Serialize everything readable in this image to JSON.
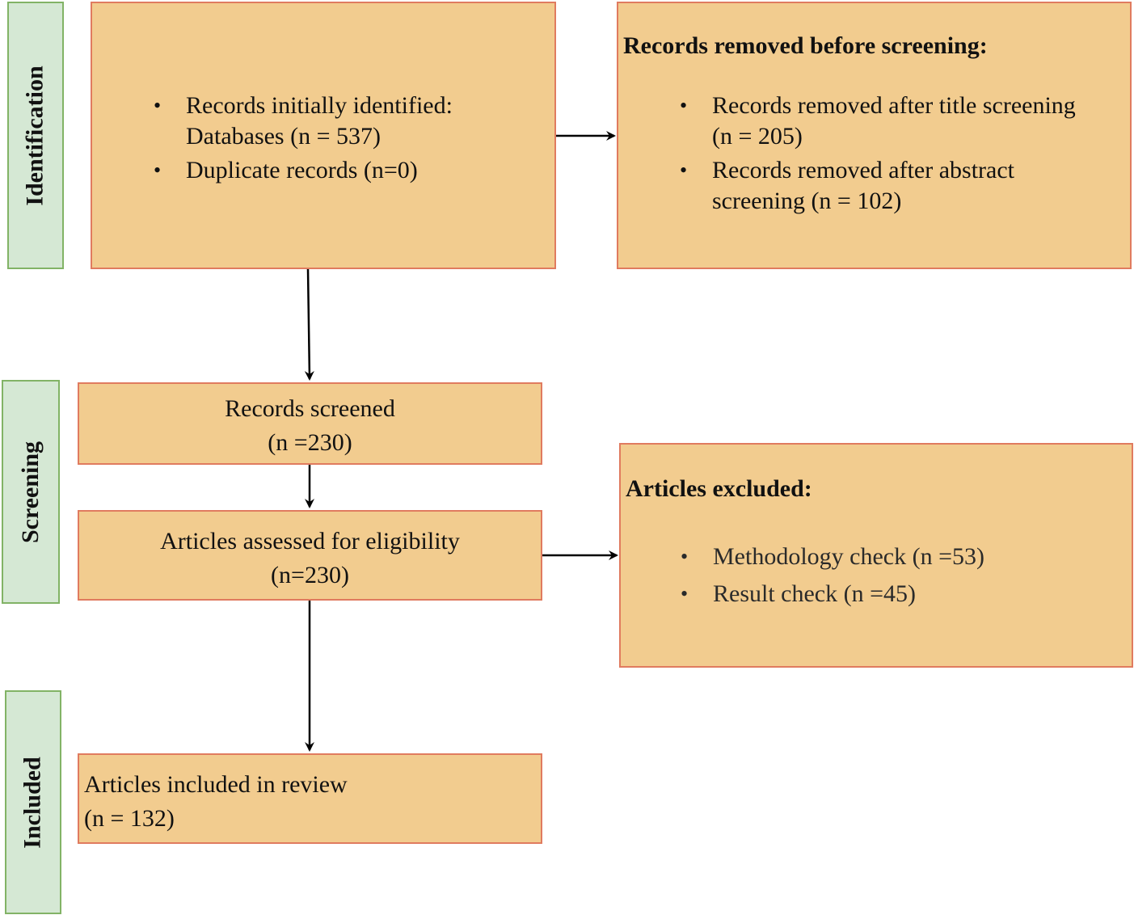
{
  "stages": {
    "identification": "Identification",
    "screening": "Screening",
    "included": "Included"
  },
  "identified": {
    "items": [
      [
        "Records initially identified:",
        "Databases (n = 537)"
      ],
      [
        "Duplicate records (n=0)"
      ]
    ]
  },
  "removed": {
    "heading": "Records removed before screening:",
    "items": [
      [
        "Records removed after title screening",
        "(n = 205)"
      ],
      [
        "Records removed after abstract",
        "screening (n = 102)"
      ]
    ]
  },
  "screened": {
    "line1": "Records screened",
    "line2": "(n =230)"
  },
  "eligibility": {
    "line1": "Articles assessed for eligibility",
    "line2": "(n=230)"
  },
  "excluded": {
    "heading": "Articles excluded:",
    "items": [
      "Methodology check (n =53)",
      "Result check (n =45)"
    ]
  },
  "included_box": {
    "line1": "Articles included in review",
    "line2": "(n = 132)"
  }
}
